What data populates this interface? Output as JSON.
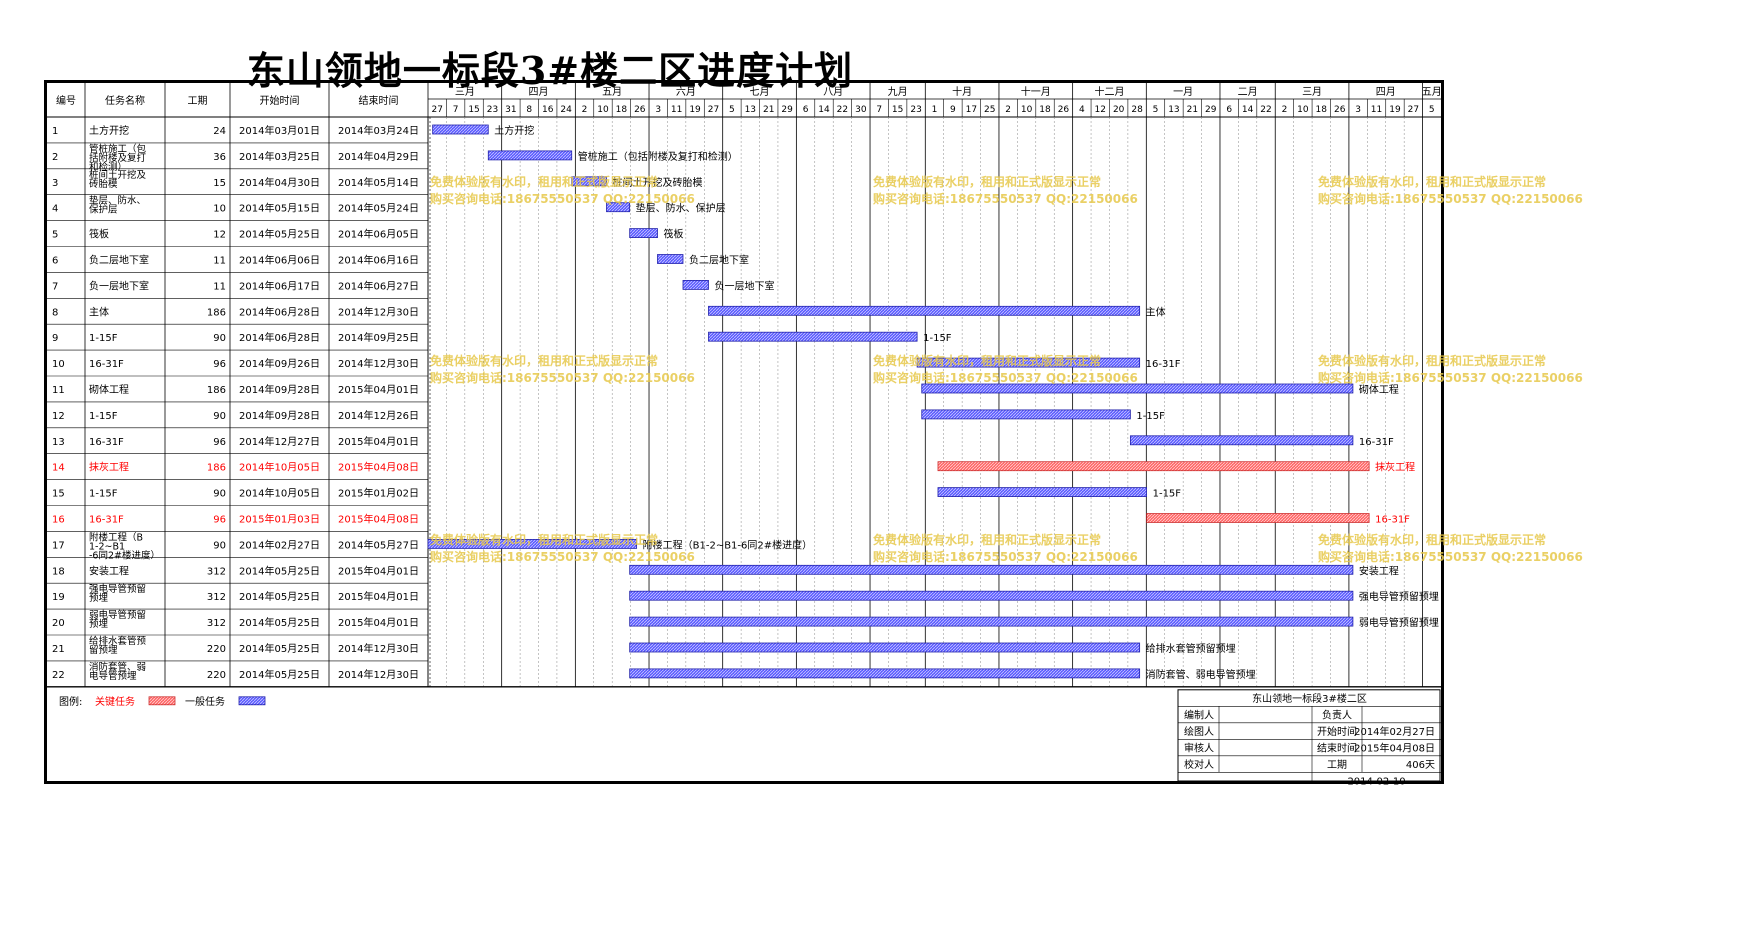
{
  "title": "东山领地一标段3#楼二区进度计划",
  "columns": {
    "no": "编号",
    "name": "任务名称",
    "dur": "工期",
    "start": "开始时间",
    "end": "结束时间"
  },
  "chart_data": {
    "type": "gantt",
    "months": [
      {
        "label": "三月",
        "days": [
          "27",
          "7",
          "15",
          "23"
        ]
      },
      {
        "label": "四月",
        "days": [
          "31",
          "8",
          "16",
          "24"
        ]
      },
      {
        "label": "五月",
        "days": [
          "2",
          "10",
          "18",
          "26"
        ]
      },
      {
        "label": "六月",
        "days": [
          "3",
          "11",
          "19",
          "27"
        ]
      },
      {
        "label": "七月",
        "days": [
          "5",
          "13",
          "21",
          "29"
        ]
      },
      {
        "label": "八月",
        "days": [
          "6",
          "14",
          "22",
          "30"
        ]
      },
      {
        "label": "九月",
        "days": [
          "7",
          "15",
          "23"
        ]
      },
      {
        "label": "十月",
        "days": [
          "1",
          "9",
          "17",
          "25"
        ]
      },
      {
        "label": "十一月",
        "days": [
          "2",
          "10",
          "18",
          "26"
        ]
      },
      {
        "label": "十二月",
        "days": [
          "4",
          "12",
          "20",
          "28"
        ]
      },
      {
        "label": "一月",
        "days": [
          "5",
          "13",
          "21",
          "29"
        ]
      },
      {
        "label": "二月",
        "days": [
          "6",
          "14",
          "22"
        ]
      },
      {
        "label": "三月",
        "days": [
          "2",
          "10",
          "18",
          "26"
        ]
      },
      {
        "label": "四月",
        "days": [
          "3",
          "11",
          "19",
          "27"
        ]
      },
      {
        "label": "五月",
        "days": [
          "5"
        ]
      }
    ],
    "axis_start": "2014-02-27",
    "tasks": [
      {
        "no": "1",
        "name": "土方开挖",
        "dur": "24",
        "start": "2014年03月01日",
        "end": "2014年03月24日",
        "s": "2014-03-01",
        "e": "2014-03-24",
        "critical": false,
        "label": "土方开挖"
      },
      {
        "no": "2",
        "name": "管桩施工（包括附楼及复打和检测）",
        "dur": "36",
        "start": "2014年03月25日",
        "end": "2014年04月29日",
        "s": "2014-03-25",
        "e": "2014-04-29",
        "critical": false,
        "label": "管桩施工（包括附楼及复打和检测）"
      },
      {
        "no": "3",
        "name": "桩间土开挖及砖胎模",
        "dur": "15",
        "start": "2014年04月30日",
        "end": "2014年05月14日",
        "s": "2014-04-30",
        "e": "2014-05-14",
        "critical": false,
        "label": "桩间土开挖及砖胎模"
      },
      {
        "no": "4",
        "name": "垫层、防水、保护层",
        "dur": "10",
        "start": "2014年05月15日",
        "end": "2014年05月24日",
        "s": "2014-05-15",
        "e": "2014-05-24",
        "critical": false,
        "label": "垫层、防水、保护层"
      },
      {
        "no": "5",
        "name": "筏板",
        "dur": "12",
        "start": "2014年05月25日",
        "end": "2014年06月05日",
        "s": "2014-05-25",
        "e": "2014-06-05",
        "critical": false,
        "label": "筏板"
      },
      {
        "no": "6",
        "name": "负二层地下室",
        "dur": "11",
        "start": "2014年06月06日",
        "end": "2014年06月16日",
        "s": "2014-06-06",
        "e": "2014-06-16",
        "critical": false,
        "label": "负二层地下室"
      },
      {
        "no": "7",
        "name": "负一层地下室",
        "dur": "11",
        "start": "2014年06月17日",
        "end": "2014年06月27日",
        "s": "2014-06-17",
        "e": "2014-06-27",
        "critical": false,
        "label": "负一层地下室"
      },
      {
        "no": "8",
        "name": "主体",
        "dur": "186",
        "start": "2014年06月28日",
        "end": "2014年12月30日",
        "s": "2014-06-28",
        "e": "2014-12-30",
        "critical": false,
        "label": "主体"
      },
      {
        "no": "9",
        "name": "1-15F",
        "dur": "90",
        "start": "2014年06月28日",
        "end": "2014年09月25日",
        "s": "2014-06-28",
        "e": "2014-09-25",
        "critical": false,
        "label": "1-15F"
      },
      {
        "no": "10",
        "name": "16-31F",
        "dur": "96",
        "start": "2014年09月26日",
        "end": "2014年12月30日",
        "s": "2014-09-26",
        "e": "2014-12-30",
        "critical": false,
        "label": "16-31F"
      },
      {
        "no": "11",
        "name": "砌体工程",
        "dur": "186",
        "start": "2014年09月28日",
        "end": "2015年04月01日",
        "s": "2014-09-28",
        "e": "2015-04-01",
        "critical": false,
        "label": "砌体工程"
      },
      {
        "no": "12",
        "name": "1-15F",
        "dur": "90",
        "start": "2014年09月28日",
        "end": "2014年12月26日",
        "s": "2014-09-28",
        "e": "2014-12-26",
        "critical": false,
        "label": "1-15F"
      },
      {
        "no": "13",
        "name": "16-31F",
        "dur": "96",
        "start": "2014年12月27日",
        "end": "2015年04月01日",
        "s": "2014-12-27",
        "e": "2015-04-01",
        "critical": false,
        "label": "16-31F"
      },
      {
        "no": "14",
        "name": "抹灰工程",
        "dur": "186",
        "start": "2014年10月05日",
        "end": "2015年04月08日",
        "s": "2014-10-05",
        "e": "2015-04-08",
        "critical": true,
        "label": "抹灰工程"
      },
      {
        "no": "15",
        "name": "1-15F",
        "dur": "90",
        "start": "2014年10月05日",
        "end": "2015年01月02日",
        "s": "2014-10-05",
        "e": "2015-01-02",
        "critical": false,
        "label": "1-15F"
      },
      {
        "no": "16",
        "name": "16-31F",
        "dur": "96",
        "start": "2015年01月03日",
        "end": "2015年04月08日",
        "s": "2015-01-03",
        "e": "2015-04-08",
        "critical": true,
        "label": "16-31F"
      },
      {
        "no": "17",
        "name": "附楼工程（B1-2~B1-6同2#楼进度）",
        "dur": "90",
        "start": "2014年02月27日",
        "end": "2014年05月27日",
        "s": "2014-02-27",
        "e": "2014-05-27",
        "critical": false,
        "label": "附楼工程（B1-2~B1-6同2#楼进度）"
      },
      {
        "no": "18",
        "name": "安装工程",
        "dur": "312",
        "start": "2014年05月25日",
        "end": "2015年04月01日",
        "s": "2014-05-25",
        "e": "2015-04-01",
        "critical": false,
        "label": "安装工程"
      },
      {
        "no": "19",
        "name": "强电导管预留预埋",
        "dur": "312",
        "start": "2014年05月25日",
        "end": "2015年04月01日",
        "s": "2014-05-25",
        "e": "2015-04-01",
        "critical": false,
        "label": "强电导管预留预埋"
      },
      {
        "no": "20",
        "name": "弱电导管预留预埋",
        "dur": "312",
        "start": "2014年05月25日",
        "end": "2015年04月01日",
        "s": "2014-05-25",
        "e": "2015-04-01",
        "critical": false,
        "label": "弱电导管预留预埋"
      },
      {
        "no": "21",
        "name": "给排水套管预留预埋",
        "dur": "220",
        "start": "2014年05月25日",
        "end": "2014年12月30日",
        "s": "2014-05-25",
        "e": "2014-12-30",
        "critical": false,
        "label": "给排水套管预留预埋"
      },
      {
        "no": "22",
        "name": "消防套管、弱电导管预埋",
        "dur": "220",
        "start": "2014年05月25日",
        "end": "2014年12月30日",
        "s": "2014-05-25",
        "e": "2014-12-30",
        "critical": false,
        "label": "消防套管、弱电导管预埋"
      }
    ]
  },
  "legend": {
    "label": "图例:",
    "critical": "关键任务",
    "normal": "一般任务"
  },
  "colors": {
    "critical": "#ff6666",
    "normal": "#5b5bff",
    "critical_text": "#ff0000",
    "watermark": "#e6c84a"
  },
  "watermark": {
    "line1": "免费体验版有水印，租用和正式版显示正常",
    "line2": "购买咨询电话:18675550537 QQ:22150066"
  },
  "info": {
    "project": "东山领地一标段3#楼二区",
    "compiler": "编制人",
    "principal": "负责人",
    "drawer": "绘图人",
    "start_label": "开始时间",
    "start": "2014年02月27日",
    "reviewer": "审核人",
    "end_label": "结束时间",
    "end": "2015年04月08日",
    "checker": "校对人",
    "dur_label": "工期",
    "dur": "406天",
    "date": "2014-02-10"
  }
}
